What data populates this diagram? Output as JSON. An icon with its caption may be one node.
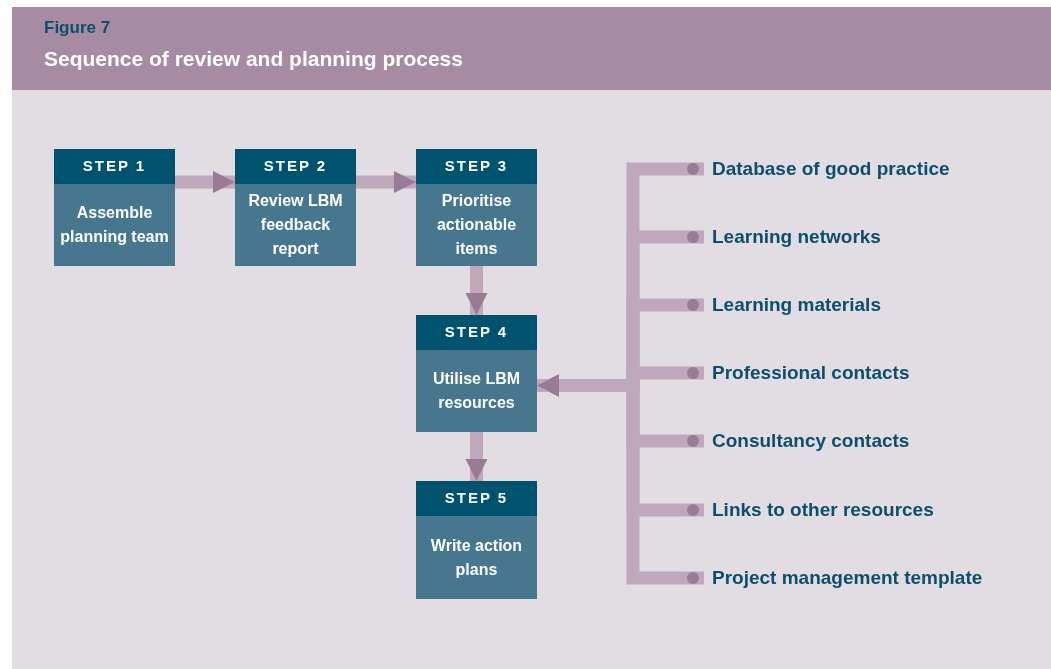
{
  "diagram": {
    "title": "Sequence of review and planning process",
    "labels": [
      "Figure 7"
    ],
    "nodes": [
      {
        "text": [
          "STEP 1",
          "Assemble planning team"
        ]
      },
      {
        "text": [
          "STEP 2",
          "Review LBM feedback report"
        ]
      },
      {
        "text": [
          "STEP 3",
          "Prioritise actionable items"
        ]
      },
      {
        "text": [
          "STEP 4",
          "Utilise LBM resources"
        ]
      },
      {
        "text": [
          "STEP 5",
          "Write action plans"
        ]
      },
      {
        "text": [
          "Database of good practice"
        ]
      },
      {
        "text": [
          "Learning networks"
        ]
      },
      {
        "text": [
          "Learning materials"
        ]
      },
      {
        "text": [
          "Professional contacts"
        ]
      },
      {
        "text": [
          "Consultancy contacts"
        ]
      },
      {
        "text": [
          "Links to other resources"
        ]
      },
      {
        "text": [
          "Project management template"
        ]
      }
    ],
    "edges": [
      {
        "from": 0,
        "to": 1,
        "arrow": "to"
      },
      {
        "from": 1,
        "to": 2,
        "arrow": "to"
      },
      {
        "from": 2,
        "to": 3,
        "arrow": "to"
      },
      {
        "from": 3,
        "to": 4,
        "arrow": "to"
      },
      {
        "from": 5,
        "to": 3,
        "arrow": "to"
      },
      {
        "from": 6,
        "to": 3,
        "arrow": "to"
      },
      {
        "from": 7,
        "to": 3,
        "arrow": "to"
      },
      {
        "from": 8,
        "to": 3,
        "arrow": "to"
      },
      {
        "from": 9,
        "to": 3,
        "arrow": "to"
      },
      {
        "from": 10,
        "to": 3,
        "arrow": "to"
      },
      {
        "from": 11,
        "to": 3,
        "arrow": "to"
      }
    ]
  }
}
